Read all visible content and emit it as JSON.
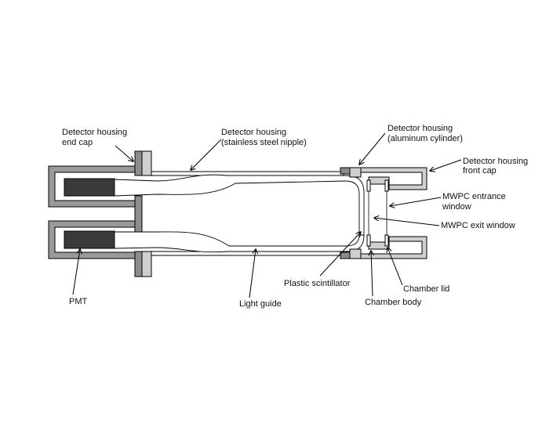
{
  "labels": {
    "end_cap_1": "Detector housing",
    "end_cap_2": "end cap",
    "nipple_1": "Detector housing",
    "nipple_2": "(stainless steel nipple)",
    "alcyl_1": "Detector housing",
    "alcyl_2": "(aluminum cylinder)",
    "front_cap_1": "Detector housing",
    "front_cap_2": "front cap",
    "entrance_1": "MWPC entrance",
    "entrance_2": "window",
    "exit": "MWPC exit window",
    "scintillator": "Plastic scintillator",
    "chamber_lid": "Chamber lid",
    "chamber_body": "Chamber body",
    "pmt": "PMT",
    "light_guide": "Light guide"
  },
  "colors": {
    "outline": "#000000",
    "housing_gray": "#9a9a9a",
    "flange_gray": "#8c8c8c",
    "pmt_dark": "#3a3a3a",
    "light_gray": "#cfcfcf",
    "white": "#ffffff"
  }
}
